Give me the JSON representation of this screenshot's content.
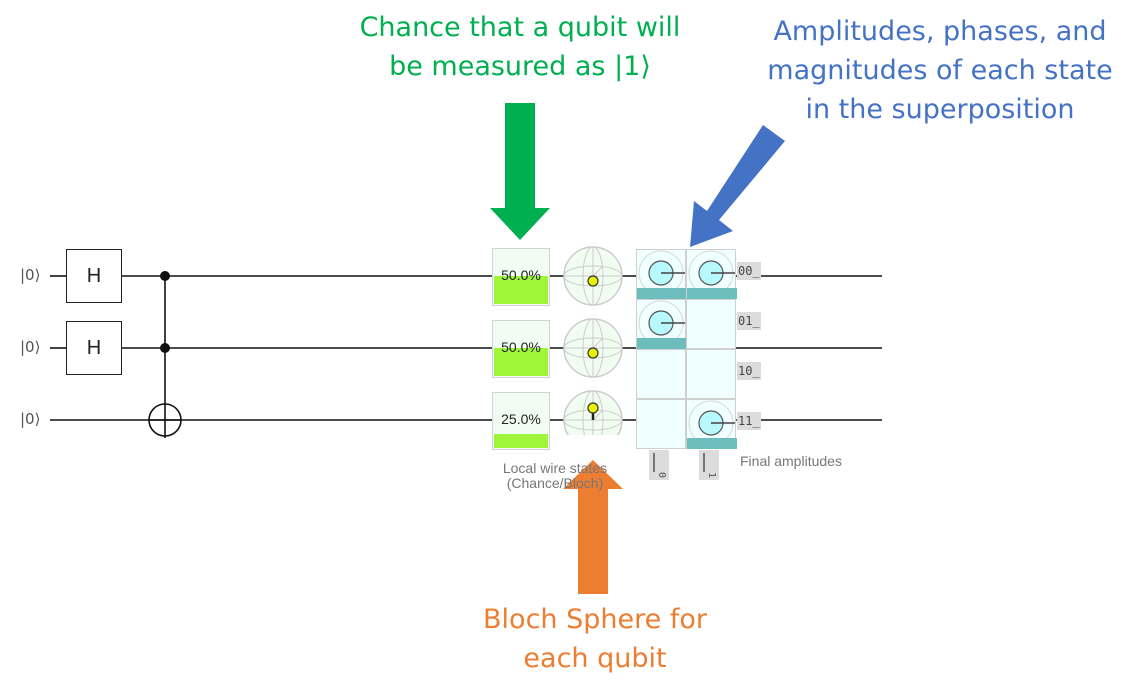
{
  "annotations": {
    "chance": {
      "lines": [
        "Chance that a qubit will",
        "be measured as |1⟩"
      ],
      "color": "#00b050"
    },
    "amplitudes": {
      "lines": [
        "Amplitudes, phases, and",
        "magnitudes of each state",
        "in the superposition"
      ],
      "color": "#4472c4"
    },
    "bloch": {
      "lines": [
        "Bloch Sphere for",
        "each qubit"
      ],
      "color": "#ed7d31"
    }
  },
  "circuit": {
    "qubits": [
      {
        "init": "|0⟩",
        "gate": "H",
        "chance": "50.0%",
        "chance_fraction": 0.5
      },
      {
        "init": "|0⟩",
        "gate": "H",
        "chance": "50.0%",
        "chance_fraction": 0.5
      },
      {
        "init": "|0⟩",
        "gate": "",
        "chance": "25.0%",
        "chance_fraction": 0.25
      }
    ],
    "toffoli": {
      "controls": [
        0,
        1
      ],
      "target": 2
    }
  },
  "local_wire_caption": [
    "Local wire states",
    "(Chance/Bloch)"
  ],
  "final_amplitudes": {
    "caption": "Final amplitudes",
    "row_labels": [
      "00_",
      "01_",
      "10_",
      "11_"
    ],
    "col_labels": [
      "0",
      "1"
    ],
    "cells": [
      [
        true,
        true
      ],
      [
        true,
        false
      ],
      [
        false,
        false
      ],
      [
        false,
        true
      ]
    ]
  },
  "colors": {
    "prob_fill": "#9ef53a",
    "amp_bar": "#6dbdbd",
    "amp_circle": "#b8f8ff",
    "bloch_point": "#eaf100"
  }
}
